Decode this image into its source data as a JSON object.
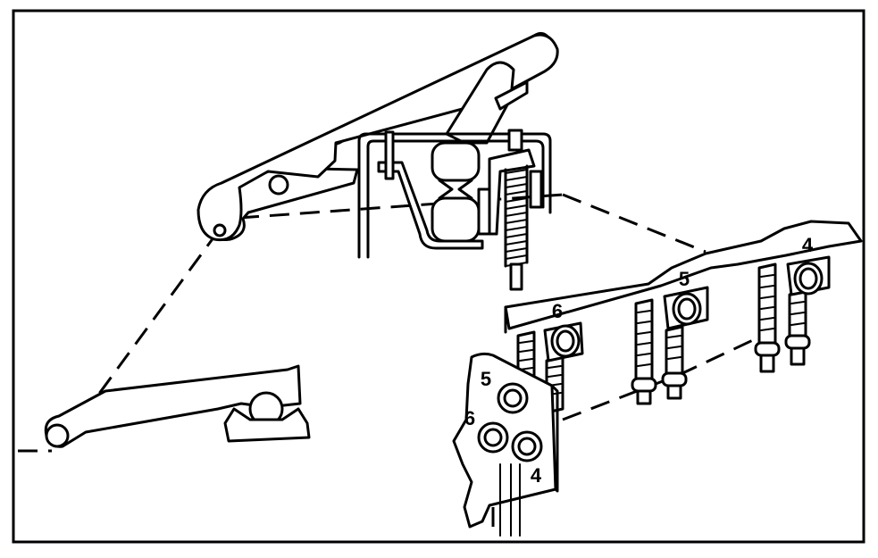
{
  "labels": {
    "rail_cyl_6": "6",
    "rail_cyl_5": "5",
    "rail_cyl_4": "4",
    "plate_cyl_5": "5",
    "plate_cyl_6": "6",
    "plate_cyl_4": "4"
  },
  "colors": {
    "ink": "#000000",
    "paper": "#ffffff"
  }
}
